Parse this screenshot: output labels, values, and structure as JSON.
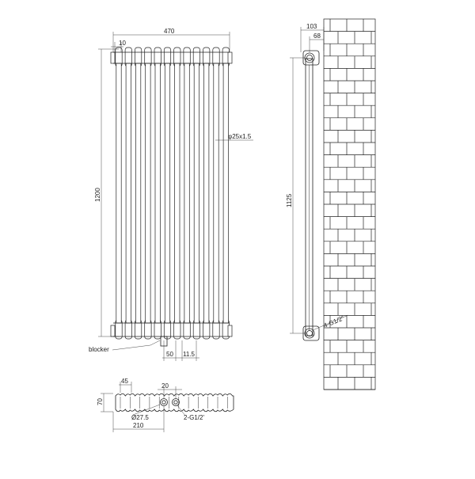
{
  "front_view": {
    "width": "470",
    "pitch": "10",
    "height": "1200",
    "tube_spec": "φ25x1.5",
    "blocker": "blocker",
    "valve_offset": "50",
    "tube_gap": "11.5"
  },
  "side_view": {
    "total_depth": "103",
    "wall_offset": "68",
    "centers": "1125",
    "port": "4-G1/2\""
  },
  "bottom_view": {
    "section_width": "45",
    "valve_spacing": "20",
    "depth": "70",
    "port_diameter": "Ø27.5",
    "port_thread": "2-G1/2'",
    "valve_distance": "210"
  },
  "colors": {
    "line": "#222222",
    "background": "#ffffff"
  }
}
